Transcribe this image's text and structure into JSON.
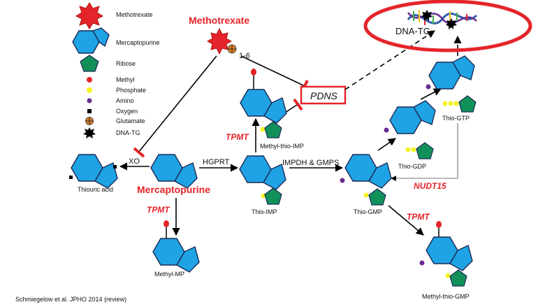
{
  "legend": {
    "methotrexate": "Methotrexate",
    "mercaptopurine": "Mercaptopurine",
    "ribose": "Ribose",
    "methyl": "Methyl",
    "phosphate": "Phosphate",
    "amino": "Amino",
    "oxygen": "Oxygen",
    "glutamate": "Glutamate",
    "dnatg": "DNA-TG"
  },
  "labels": {
    "methotrexate_title": "Methotrexate",
    "glutamate_count": "1-6",
    "pdns": "PDNS",
    "dnatg": "DNA-TG",
    "xo": "XO",
    "hgprt": "HGPRT",
    "impdh": "IMPDH & GMPS",
    "thiouric": "Thiouric acid",
    "mercaptopurine": "Mercaptopurine",
    "tpmt_left": "TPMT",
    "tpmt_mid": "TPMT",
    "tpmt_right": "TPMT",
    "methyl_mp": "Methyl-MP",
    "thio_imp": "Thio-IMP",
    "methyl_thio_imp": "Methyl-thio-IMP",
    "thio_gmp": "Thio-GMP",
    "thio_gdp": "Thio-GDP",
    "thio_gtp": "Thio-GTP",
    "nudt15": "NUDT15",
    "methyl_thio_gmp": "Methyl-thio-GMP",
    "citation": "Schmiegelow et al. JPHO 2014 (review)"
  },
  "colors": {
    "ring": "#1fa3e4",
    "ribose": "#12905a",
    "methyl": "#e4242a",
    "phosphate": "#f5f227",
    "amino": "#6a2c91",
    "glutamate": "#e07a1c",
    "accent_red": "#e4242a"
  }
}
